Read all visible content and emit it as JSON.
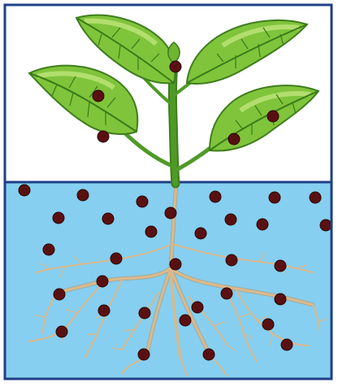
{
  "figure": {
    "subject": "plant-with-roots-in-water",
    "panels": [
      "air",
      "water"
    ],
    "colors": {
      "border": "#1f3f86",
      "air": "#ffffff",
      "water": "#86cff0",
      "leaf": "#7fc43a",
      "leaf_light": "#bfe57a",
      "leaf_dark": "#3e7e1d",
      "vein": "#3a7a1a",
      "stem": "#4f9a27",
      "root": "#d9b98c",
      "root_dark": "#a88456",
      "particle": "#5a1010"
    },
    "counts": {
      "leaves": 5,
      "particles_on_leaves": 5,
      "particles_in_water": 32
    }
  }
}
